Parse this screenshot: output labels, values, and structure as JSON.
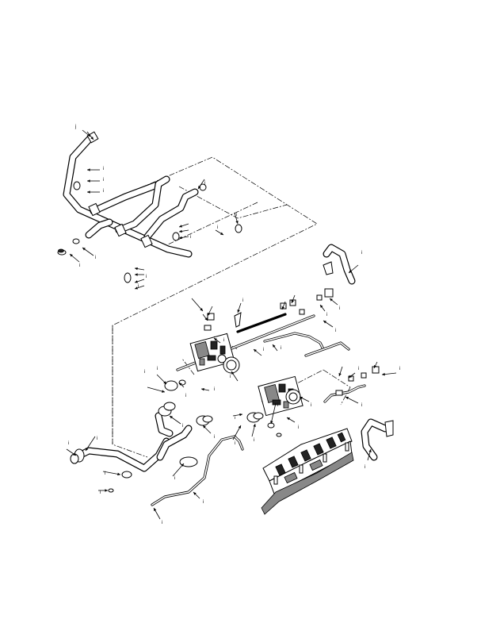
{
  "callouts": [
    {
      "text": "j"
    },
    {
      "text": "i"
    },
    {
      "text": "i"
    },
    {
      "text": "i"
    },
    {
      "text": "i"
    },
    {
      "text": "i"
    },
    {
      "text": "i"
    },
    {
      "text": "i"
    },
    {
      "text": "i"
    },
    {
      "text": "i"
    },
    {
      "text": "j"
    },
    {
      "text": "i"
    },
    {
      "text": "i"
    },
    {
      "text": "i"
    },
    {
      "text": "i"
    },
    {
      "text": "i"
    },
    {
      "text": "i"
    },
    {
      "text": "i"
    },
    {
      "text": "i"
    },
    {
      "text": "i"
    },
    {
      "text": "i"
    },
    {
      "text": "i"
    },
    {
      "text": "i"
    },
    {
      "text": "i"
    },
    {
      "text": "i"
    },
    {
      "text": "i"
    },
    {
      "text": "i"
    },
    {
      "text": "i"
    },
    {
      "text": "i"
    },
    {
      "text": "i"
    },
    {
      "text": "i"
    },
    {
      "text": "i"
    },
    {
      "text": "i"
    },
    {
      "text": "i"
    },
    {
      "text": "i"
    },
    {
      "text": "i"
    },
    {
      "text": "i"
    },
    {
      "text": "i"
    },
    {
      "text": "i"
    },
    {
      "text": "i"
    },
    {
      "text": "i"
    },
    {
      "text": "i"
    },
    {
      "text": "i"
    },
    {
      "text": "i"
    }
  ],
  "colors": {
    "ink": "#000000",
    "paper": "#ffffff",
    "shade": "#888888"
  }
}
